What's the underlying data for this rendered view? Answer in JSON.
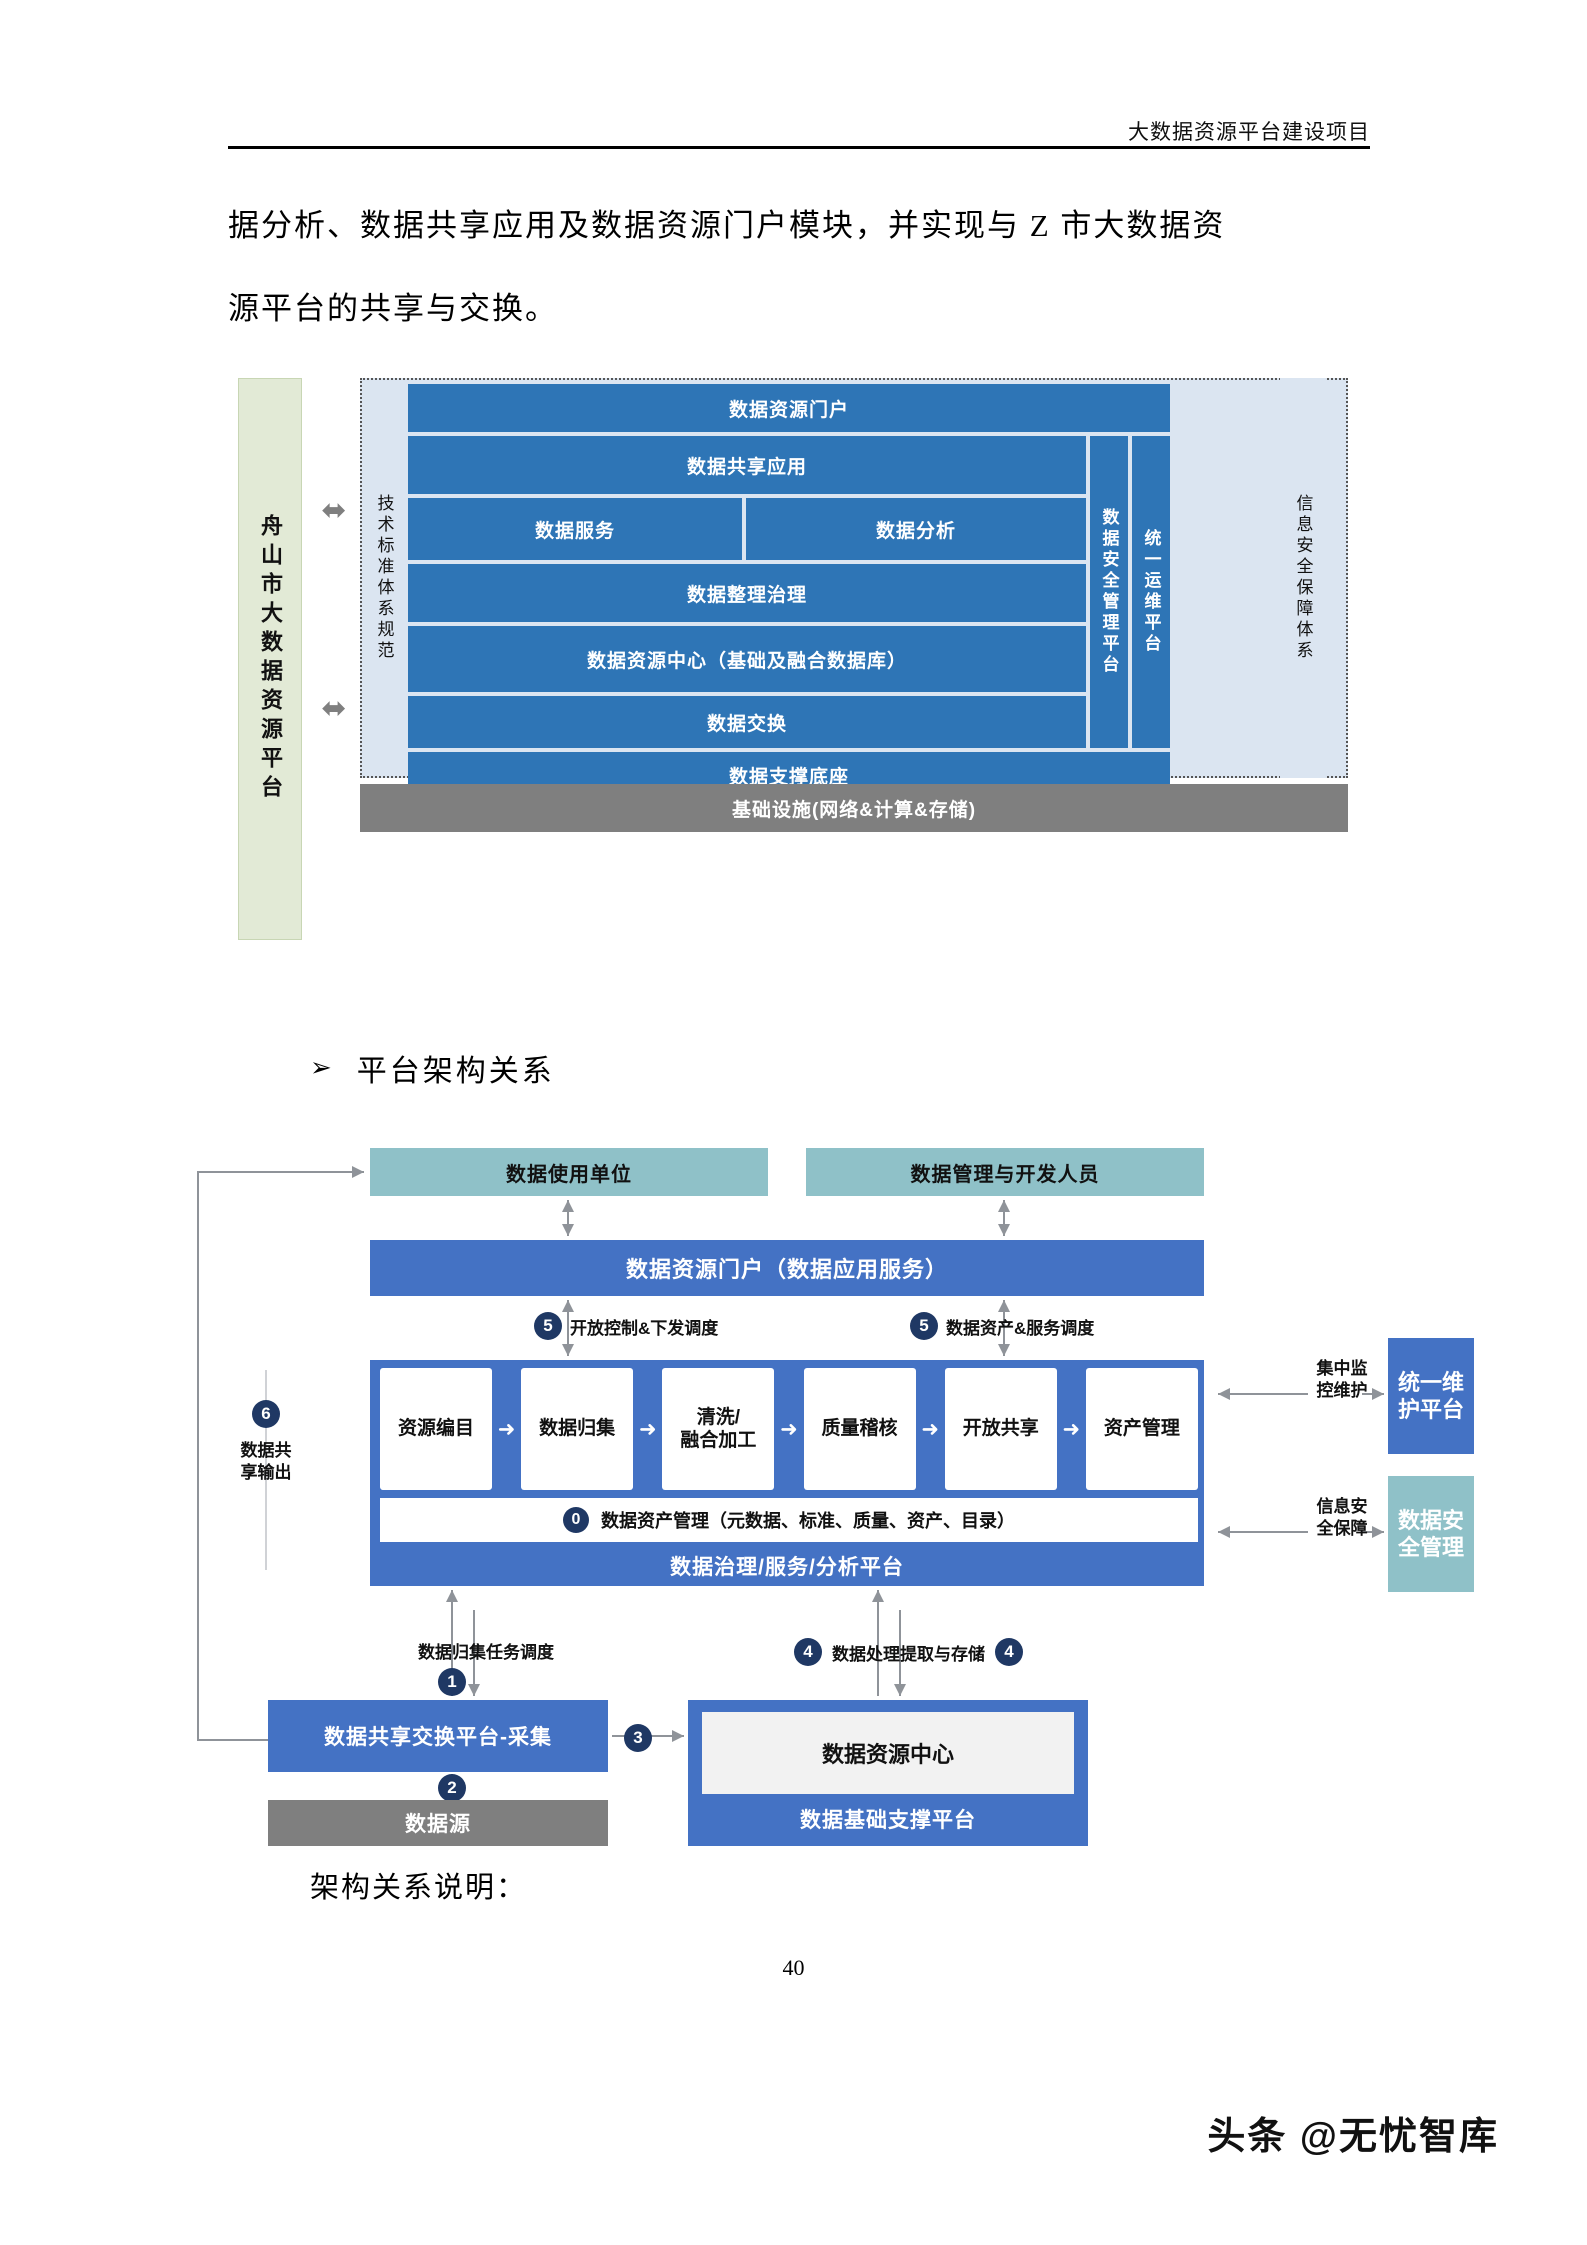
{
  "header": {
    "title": "大数据资源平台建设项目"
  },
  "paragraph": {
    "line1": "据分析、数据共享应用及数据资源门户模块，并实现与 Z 市大数据资",
    "line2": "源平台的共享与交换。"
  },
  "bullet_heading": {
    "marker": "➢",
    "label": "平台架构关系"
  },
  "note": "架构关系说明：",
  "page_number": "40",
  "watermark": "头条 @无忧智库",
  "figure1": {
    "left_band": "舟山市大数据资源平台",
    "tech_standard": "技术标准体系规范",
    "info_security": "信息安全保障体系",
    "layers": [
      "数据资源门户",
      "数据共享应用",
      "数据服务",
      "数据分析",
      "数据整理治理",
      "数据资源中心（基础及融合数据库）",
      "数据交换",
      "数据支撑底座"
    ],
    "side_security": "数据安全管理平台",
    "side_ops": "统一运维平台",
    "infrastructure": "基础设施(网络&计算&存储)",
    "arrow_icon": "⬌"
  },
  "figure2": {
    "actors": {
      "users": "数据使用单位",
      "developers": "数据管理与开发人员"
    },
    "portal": "数据资源门户（数据应用服务）",
    "steps": [
      "资源编目",
      "数据归集",
      "清洗/\n融合加工",
      "质量稽核",
      "开放共享",
      "资产管理"
    ],
    "step_arrow": "➜",
    "asset_mgmt": {
      "badge": "0",
      "label": "数据资产管理（元数据、标准、质量、资产、目录）"
    },
    "gov_platform": "数据治理/服务/分析平台",
    "schedules": [
      {
        "badge": "5",
        "label": "开放控制&下发调度"
      },
      {
        "badge": "5",
        "label": "数据资产&服务调度"
      },
      {
        "badge": "1",
        "label": "数据归集任务调度"
      },
      {
        "badge": "4",
        "label": "数据处理提取与存储"
      }
    ],
    "right": {
      "ops_label": "集中监控维护",
      "ops_box": "统一维护平台",
      "sec_label": "信息安全保障",
      "sec_box": "数据安全管理"
    },
    "left_output": {
      "badge": "6",
      "label": "数据共享输出"
    },
    "bottom": {
      "collect": "数据共享交换平台-采集",
      "source": "数据源",
      "data_center": "数据资源中心",
      "support_platform": "数据基础支撑平台",
      "badge1": "1",
      "badge2": "2",
      "badge3": "3",
      "badge4": "4"
    }
  },
  "colors": {
    "blue_primary": "#2e75b6",
    "blue_accent": "#4472c4",
    "teal": "#8fc1c8",
    "grey": "#7f7f7f",
    "light_blue_bg": "#dbe5f1",
    "green_band": "#e2ead6",
    "badge_navy": "#1f3864"
  }
}
